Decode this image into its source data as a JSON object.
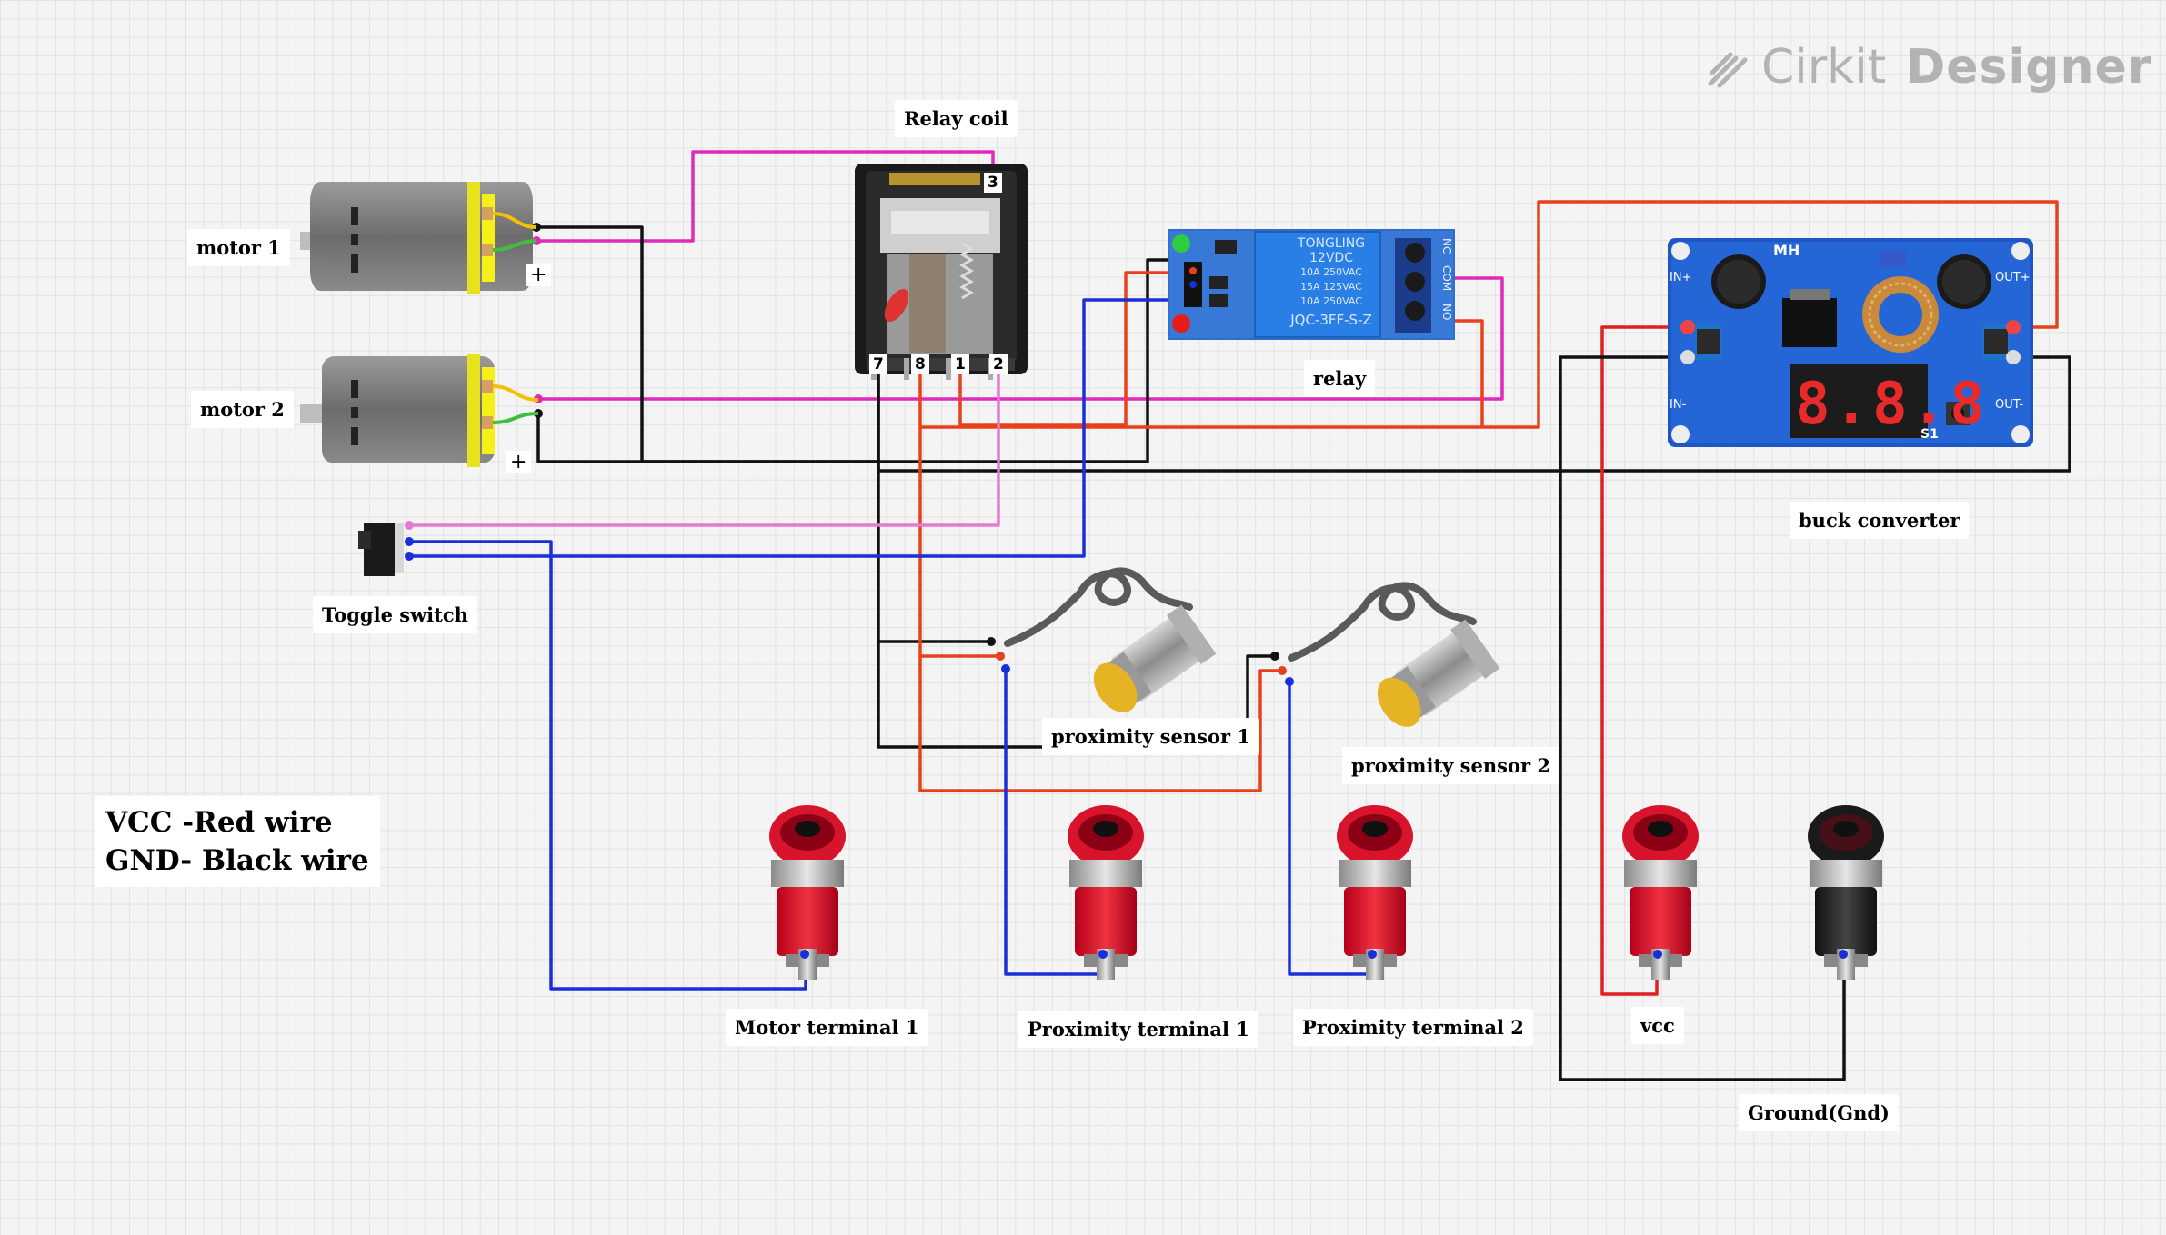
{
  "brand": {
    "name_part1": "Cirkit",
    "name_part2": "Designer"
  },
  "legend": {
    "line1": "VCC -Red wire",
    "line2": "GND- Black wire"
  },
  "components": {
    "motor1": "motor 1",
    "motor2": "motor 2",
    "relay_coil": "Relay coil",
    "relay": "relay",
    "buck_converter": "buck converter",
    "toggle_switch": "Toggle switch",
    "prox1": "proximity sensor 1",
    "prox2": "proximity sensor 2",
    "motor_terminal1": "Motor terminal 1",
    "prox_terminal1": "Proximity terminal 1",
    "prox_terminal2": "Proximity terminal 2",
    "vcc": "vcc",
    "gnd": "Ground(Gnd)"
  },
  "relay_coil_pins": {
    "p3": "3",
    "p7": "7",
    "p8": "8",
    "p1": "1",
    "p2": "2"
  },
  "motor_polarity": {
    "m1": "+",
    "m2": "+"
  },
  "relay_module_text": {
    "brand": "TONGLING",
    "voltage": "12VDC",
    "rating1": "10A 250VAC",
    "rating2": "15A 125VAC",
    "rating3": "10A 250VAC",
    "model": "JQC-3FF-S-Z",
    "no": "NO",
    "com": "COM",
    "nc": "NC"
  },
  "buck_text": {
    "mh": "MH",
    "in_plus": "IN+",
    "in_minus": "IN-",
    "out_plus": "OUT+",
    "out_minus": "OUT-",
    "s1": "S1",
    "display": "8.8.8"
  },
  "wire_colors": {
    "vcc": "#e8401c",
    "gnd": "#111111",
    "signal_blue": "#1a2fd8",
    "coil_magenta": "#e02ab8",
    "switch_pink": "#e879d0",
    "supply_red": "#e01f1f"
  }
}
